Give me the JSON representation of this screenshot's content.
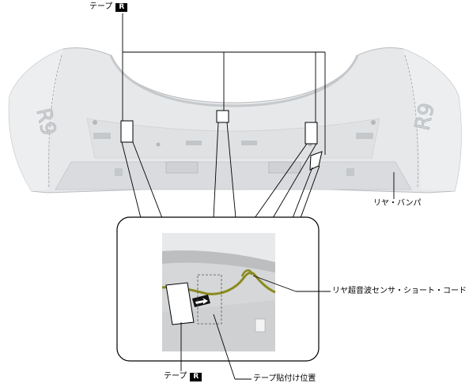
{
  "labels": {
    "tape_top": "テープ",
    "tape_top_badge": "R",
    "rear_bumper": "リヤ・バンパ",
    "sensor_cord": "リヤ超音波センサ・ショート・コード",
    "tape_bottom": "テープ",
    "tape_bottom_badge": "R",
    "tape_position": "テープ貼付け位置"
  },
  "emblems": {
    "left": "R9",
    "right": "R9"
  },
  "colors": {
    "bumper_fill": "#e6e8ea",
    "bumper_dark": "#c8cbce",
    "photo_bg": "#d8d9da",
    "cable": "#8a8a1e",
    "line": "#000000"
  }
}
